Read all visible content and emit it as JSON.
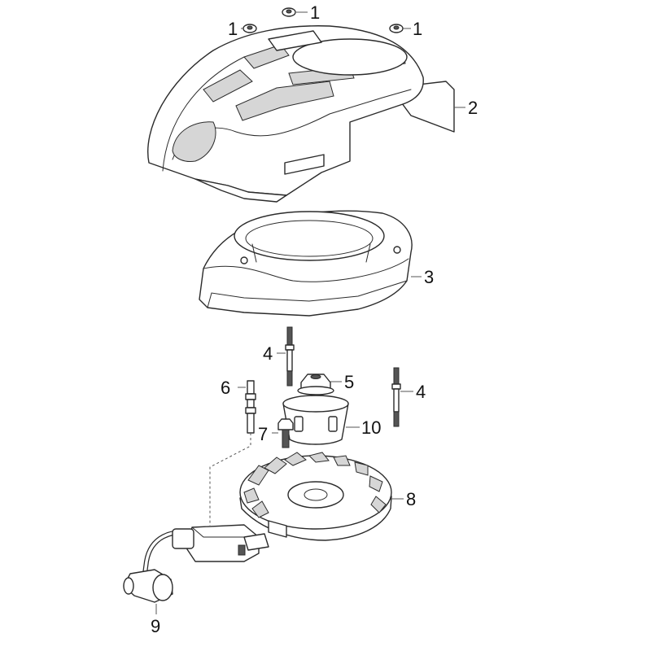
{
  "callouts": [
    {
      "id": "nut-top",
      "text": "1"
    },
    {
      "id": "nut-left",
      "text": "1"
    },
    {
      "id": "nut-right",
      "text": "1"
    },
    {
      "id": "top-cover",
      "text": "2"
    },
    {
      "id": "fan-housing",
      "text": "3"
    },
    {
      "id": "stud-left",
      "text": "4"
    },
    {
      "id": "nut-center",
      "text": "5"
    },
    {
      "id": "stud-right",
      "text": "4"
    },
    {
      "id": "pin-6",
      "text": "6"
    },
    {
      "id": "bolt-7",
      "text": "7"
    },
    {
      "id": "cup-10",
      "text": "10"
    },
    {
      "id": "flywheel",
      "text": "8"
    },
    {
      "id": "ignition-coil",
      "text": "9"
    }
  ],
  "colors": {
    "line": "#2b2b2b",
    "fill": "#ffffff",
    "shade": "#d6d6d6"
  }
}
